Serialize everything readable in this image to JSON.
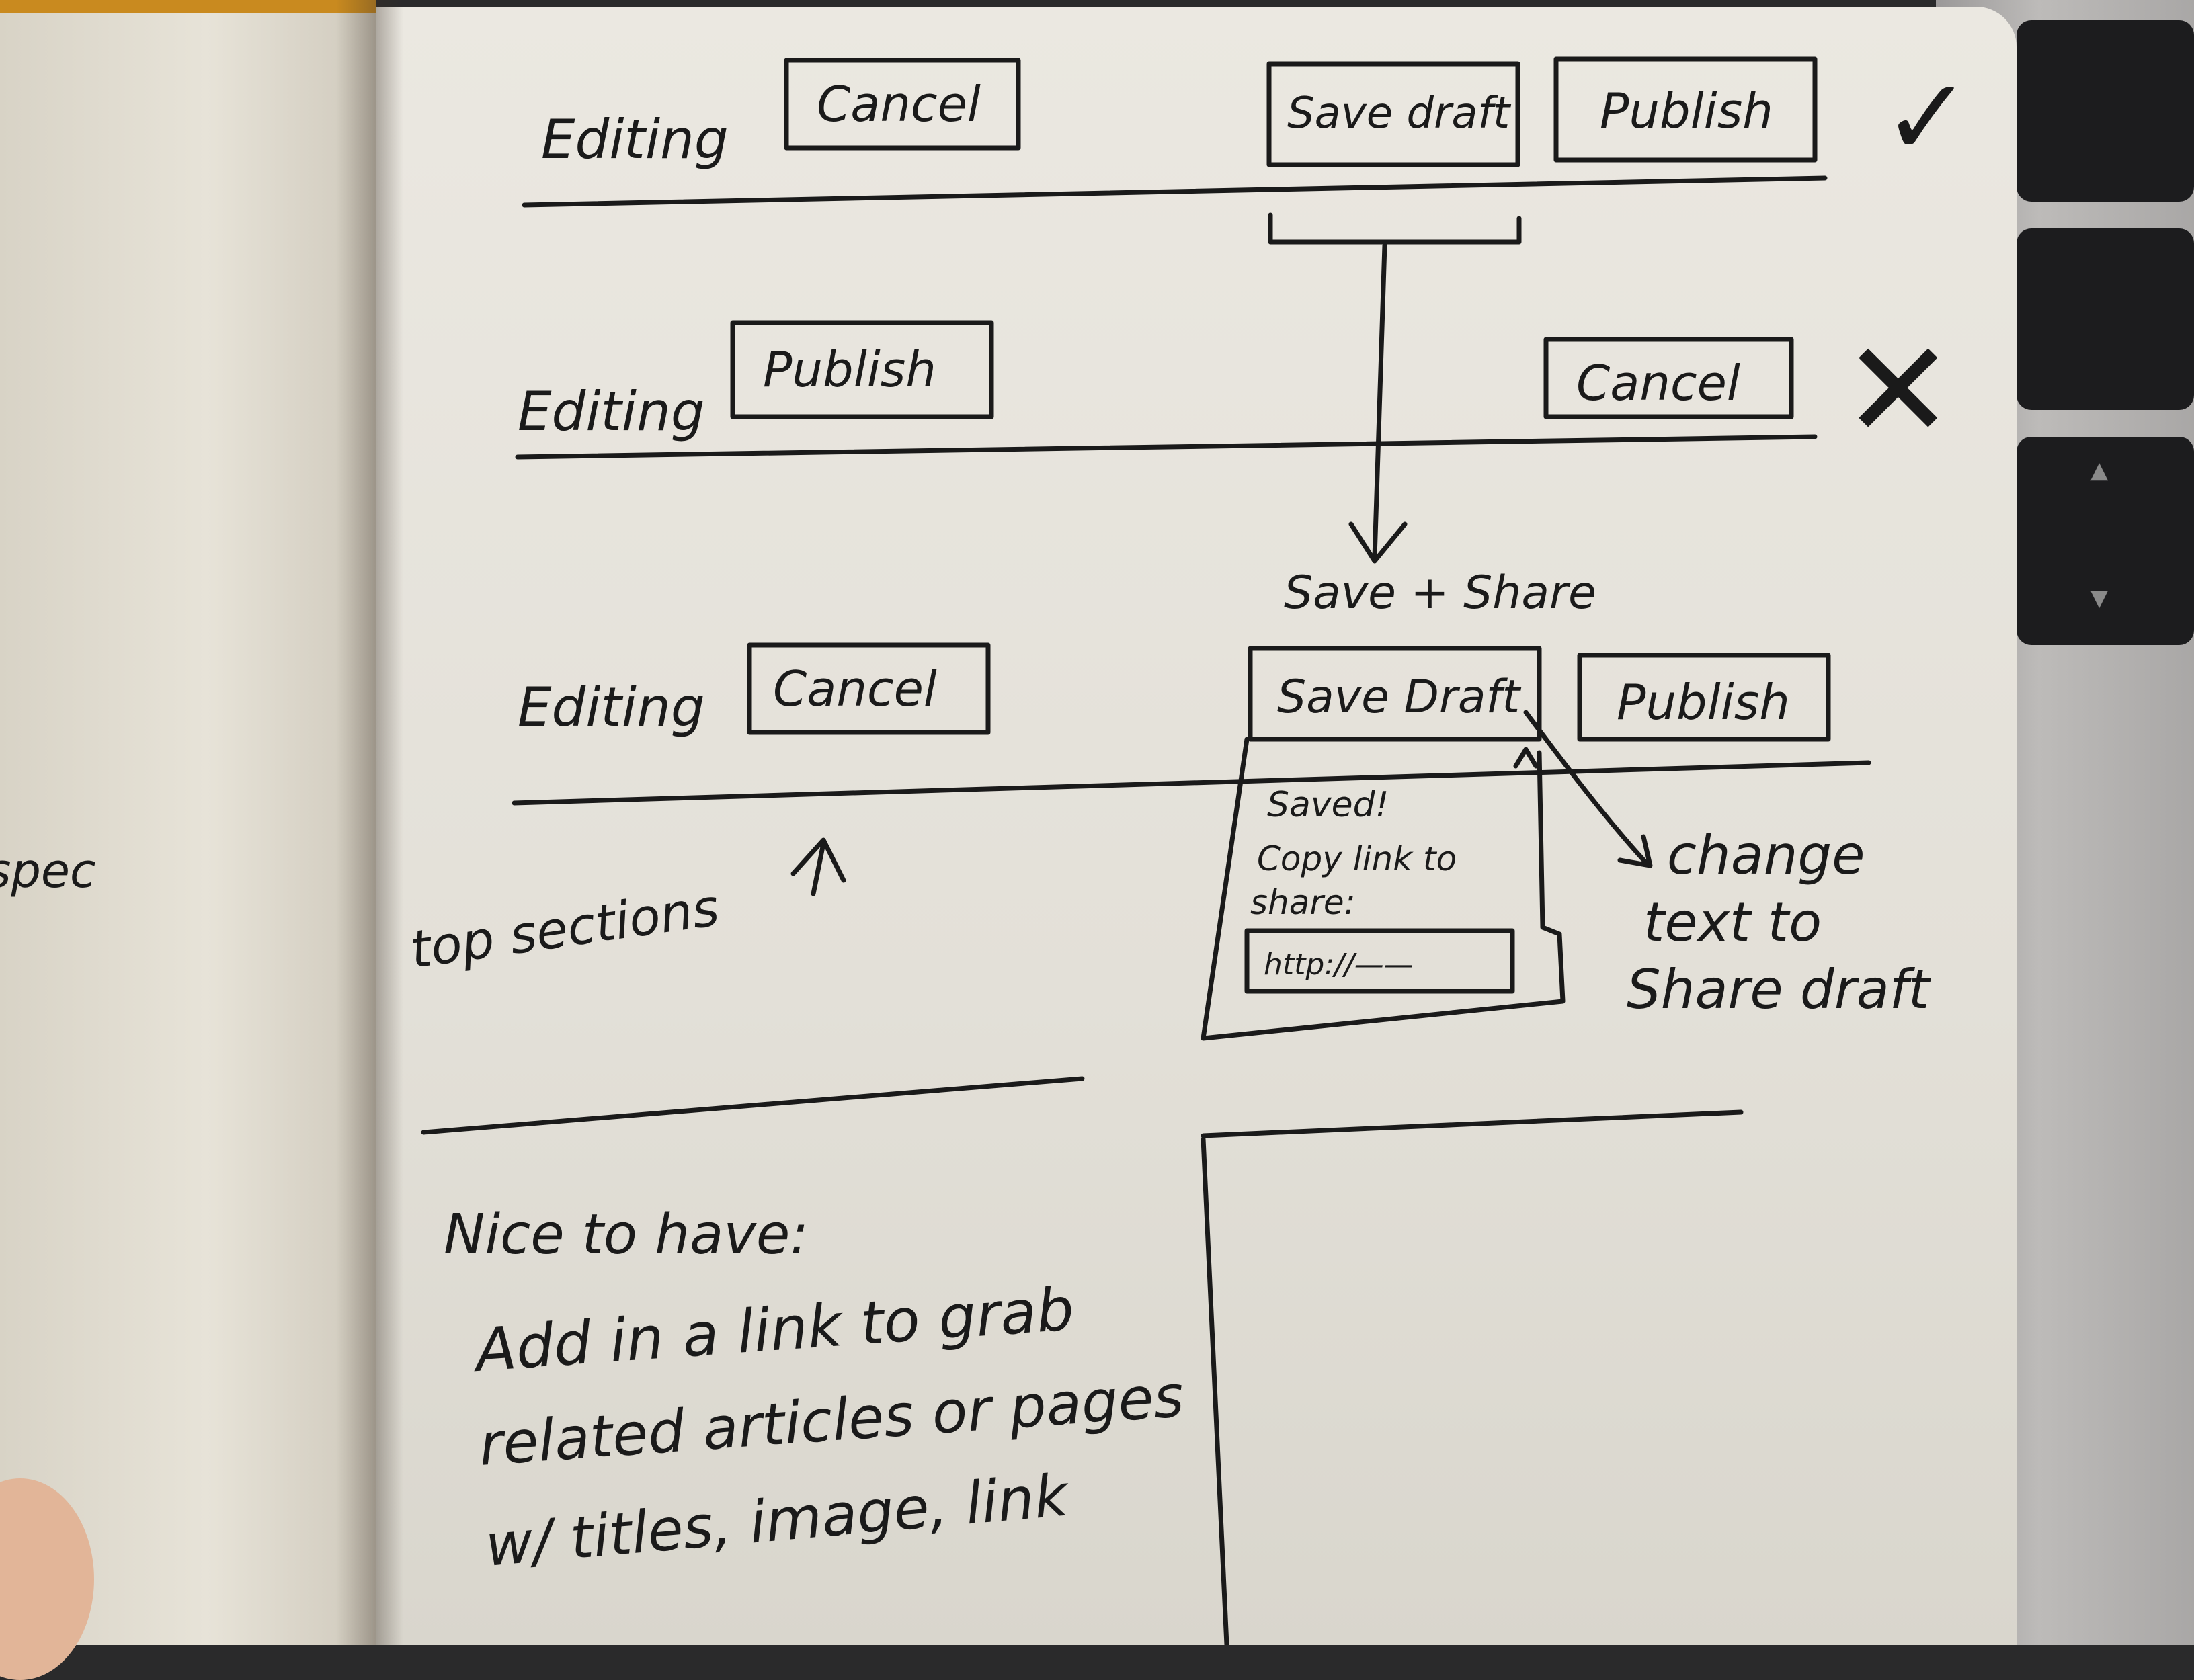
{
  "sketch": {
    "variant_a": {
      "label": "Editing",
      "cancel": "Cancel",
      "save_draft": "Save draft",
      "publish": "Publish",
      "mark": "✓"
    },
    "variant_b": {
      "label": "Editing",
      "publish": "Publish",
      "cancel": "Cancel",
      "mark": "✕"
    },
    "variant_c": {
      "heading": "Save + Share",
      "label": "Editing",
      "cancel": "Cancel",
      "save_draft": "Save Draft",
      "publish": "Publish",
      "popover": {
        "line1": "Saved!",
        "line2": "Copy link to",
        "line3": "share:",
        "url": "http://——"
      },
      "note_lines": [
        "change",
        "text to",
        "Share draft"
      ],
      "top_note": "top sections"
    },
    "nice_to_have": {
      "heading": "Nice to have:",
      "lines": [
        "Add in a link to grab",
        "related articles or pages",
        "w/ titles, image, link"
      ]
    },
    "left_page_fragment": "spec"
  }
}
